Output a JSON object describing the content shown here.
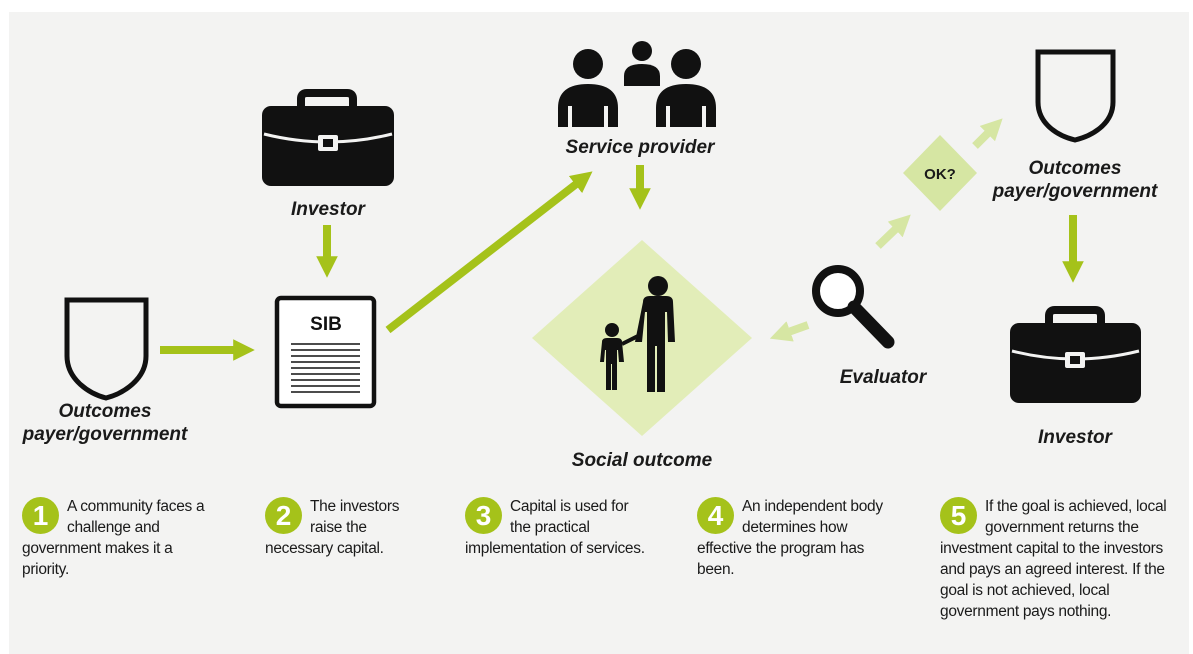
{
  "diagram": {
    "nodes": {
      "investor_top": "Investor",
      "service_provider": "Service provider",
      "outcomes_payer_left": [
        "Outcomes",
        "payer/government"
      ],
      "sib_document": "SIB",
      "social_outcome": "Social outcome",
      "evaluator": "Evaluator",
      "ok_check": "OK?",
      "outcomes_payer_right": [
        "Outcomes",
        "payer/government"
      ],
      "investor_right": "Investor"
    }
  },
  "steps": [
    {
      "number": "1",
      "text": "A community faces a challenge and government makes it a priority."
    },
    {
      "number": "2",
      "text": "The investors raise the necessary capital."
    },
    {
      "number": "3",
      "text": "Capital is used for the practical implementation of services."
    },
    {
      "number": "4",
      "text": "An independent body determines how effective the program has been."
    },
    {
      "number": "5",
      "text": "If the goal is achieved, local government returns the investment capital to the investors and pays an agreed interest. If the goal is not achieved, local government pays nothing."
    }
  ],
  "colors": {
    "accent_green": "#a5c21a",
    "light_green": "#d6e6a3",
    "diamond_fill": "#e2edb8",
    "icon_black": "#111111",
    "background": "#f3f3f2"
  }
}
